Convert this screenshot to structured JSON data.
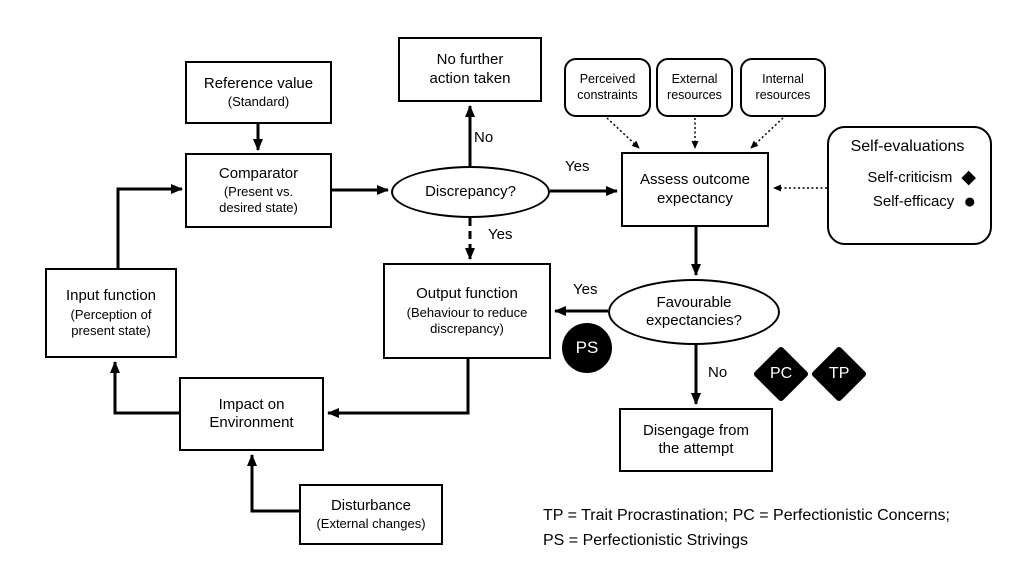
{
  "nodes": {
    "reference": {
      "title": "Reference value",
      "subtitle": "(Standard)"
    },
    "comparator": {
      "title": "Comparator",
      "subtitle": "(Present vs. desired state)"
    },
    "no_further": {
      "title": "No further action taken"
    },
    "discrepancy": {
      "title": "Discrepancy?"
    },
    "assess": {
      "title": "Assess outcome expectancy"
    },
    "favourable": {
      "title": "Favourable expectancies?"
    },
    "output": {
      "title": "Output function",
      "subtitle": "(Behaviour to reduce discrepancy)"
    },
    "input": {
      "title": "Input function",
      "subtitle": "(Perception of present state)"
    },
    "impact": {
      "title": "Impact on Environment"
    },
    "disturbance": {
      "title": "Disturbance",
      "subtitle": "(External changes)"
    },
    "disengage": {
      "title": "Disengage from the attempt"
    },
    "perceived_constraints": {
      "title": "Perceived constraints"
    },
    "external_resources": {
      "title": "External resources"
    },
    "internal_resources": {
      "title": "Internal resources"
    }
  },
  "self_evaluations": {
    "title": "Self-evaluations",
    "items": [
      {
        "label": "Self-criticism",
        "marker": "diamond"
      },
      {
        "label": "Self-efficacy",
        "marker": "circle"
      }
    ]
  },
  "icons": {
    "diamond": "◆",
    "circle": "●"
  },
  "edge_labels": {
    "discrepancy_no": "No",
    "discrepancy_yes_right": "Yes",
    "discrepancy_yes_down": "Yes",
    "favourable_yes": "Yes",
    "favourable_no": "No"
  },
  "badges": {
    "ps": "PS",
    "pc": "PC",
    "tp": "TP"
  },
  "legend": {
    "line1": "TP = Trait Procrastination; PC = Perfectionistic Concerns;",
    "line2": "PS = Perfectionistic Strivings"
  },
  "colors": {
    "ink": "#000000",
    "background": "#ffffff"
  }
}
